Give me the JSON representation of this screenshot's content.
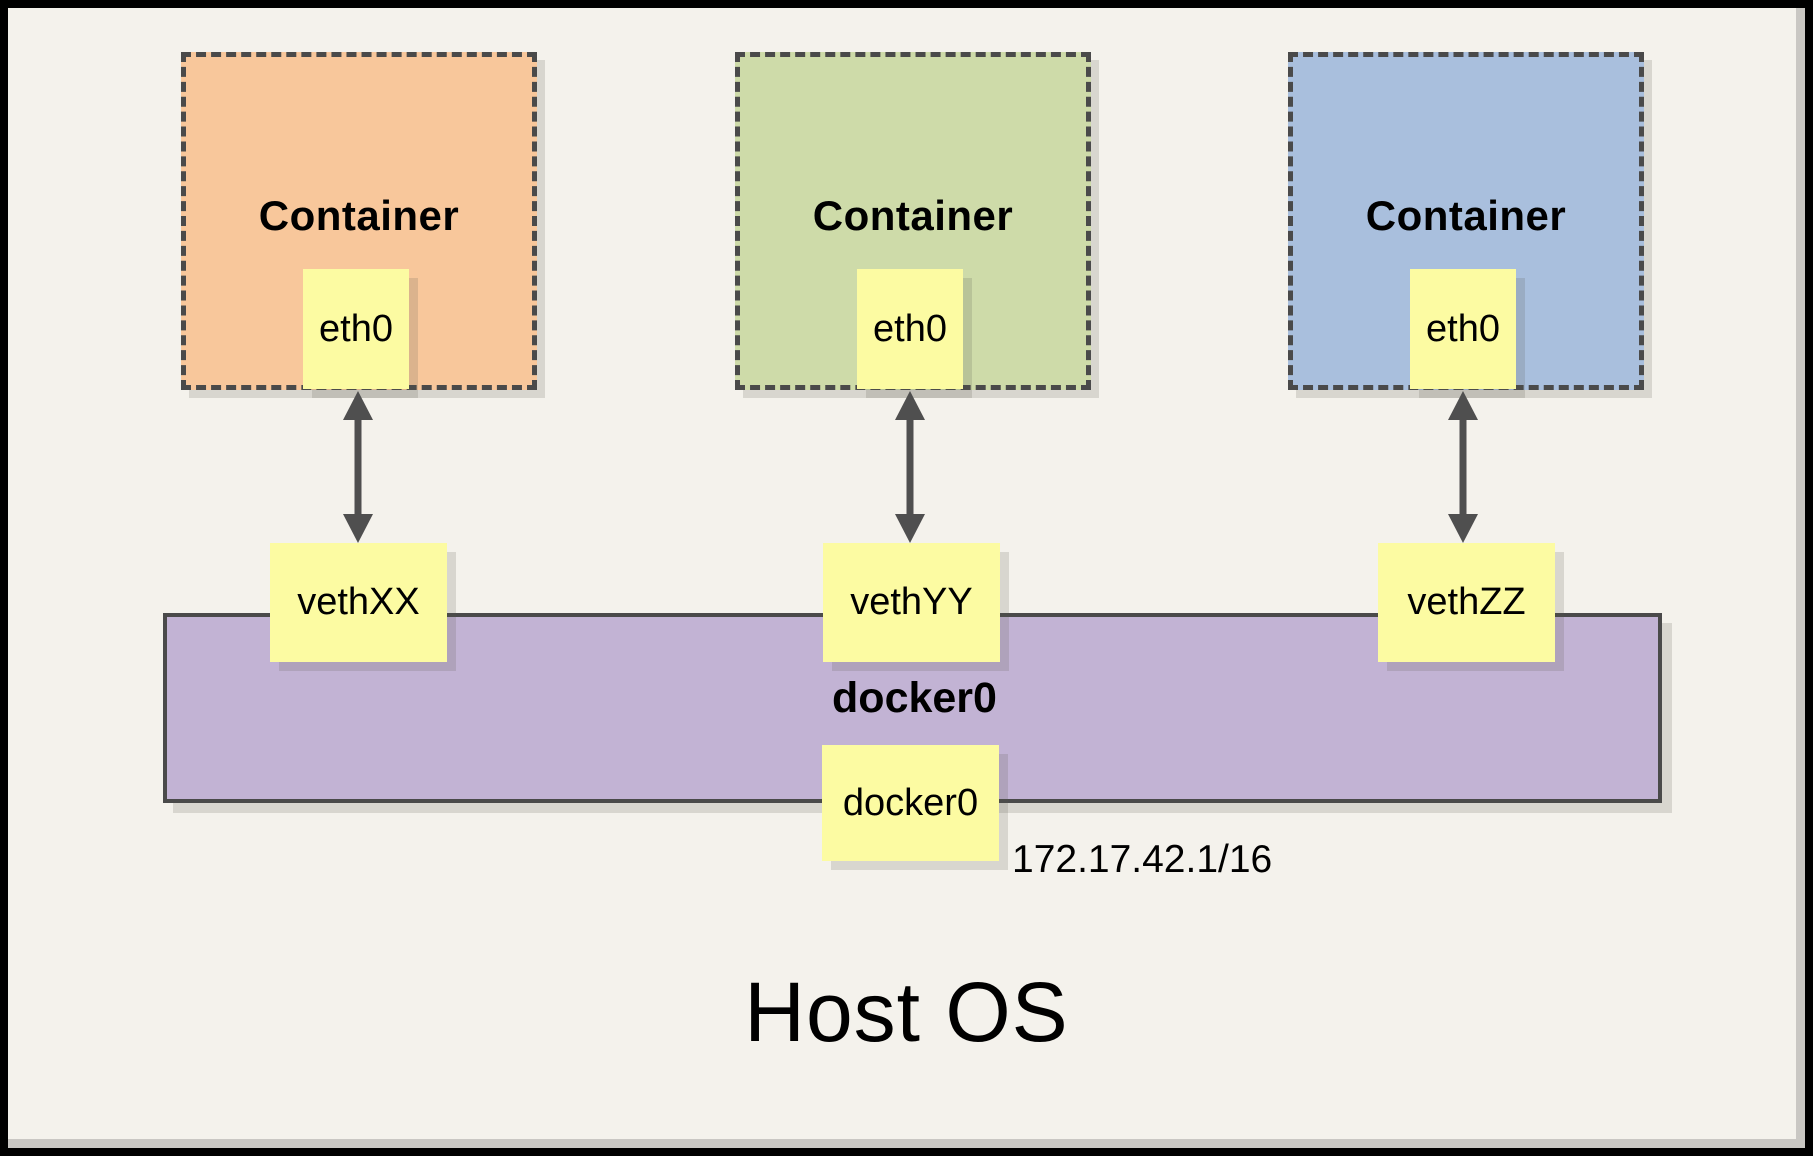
{
  "containers": [
    {
      "label": "Container",
      "interface": "eth0",
      "veth": "vethXX",
      "fill": "#F8C79B"
    },
    {
      "label": "Container",
      "interface": "eth0",
      "veth": "vethYY",
      "fill": "#CEDBA9"
    },
    {
      "label": "Container",
      "interface": "eth0",
      "veth": "vethZZ",
      "fill": "#A9BFDD"
    }
  ],
  "bridge": {
    "label": "docker0",
    "interface": "docker0",
    "ip": "172.17.42.1/16",
    "fill": "#C2B3D4"
  },
  "host": {
    "label": "Host OS"
  },
  "colors": {
    "note_yellow": "#FCFBA2",
    "line_gray": "#4A4A4A",
    "background": "#F4F2EC",
    "frame_black": "#000000"
  }
}
